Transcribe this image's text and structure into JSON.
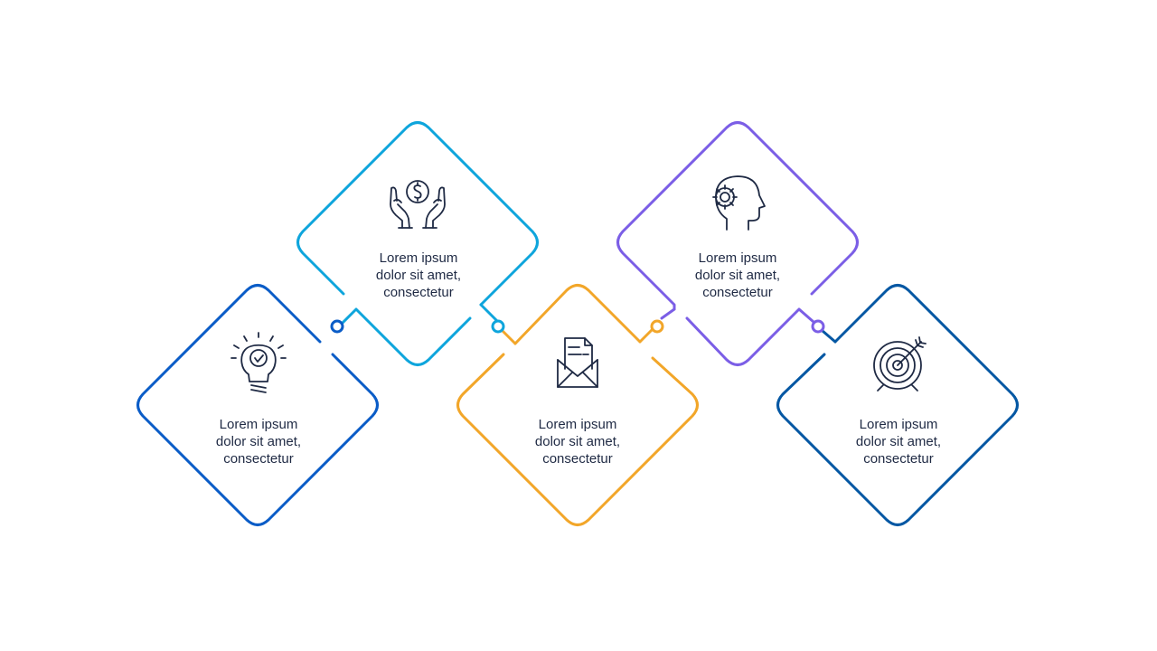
{
  "colors": {
    "d1": "#0a5cc7",
    "d2": "#0ea5dc",
    "d3": "#f2a629",
    "d4": "#7b5ee6",
    "d5": "#0457a3",
    "icon": "#1f2a44",
    "text": "#1f2a44"
  },
  "items": [
    {
      "id": "d1",
      "icon": "lightbulb-check-icon",
      "lines": [
        "Lorem ipsum",
        "dolor sit amet,",
        "consectetur"
      ]
    },
    {
      "id": "d2",
      "icon": "hands-dollar-icon",
      "lines": [
        "Lorem ipsum",
        "dolor sit amet,",
        "consectetur"
      ]
    },
    {
      "id": "d3",
      "icon": "envelope-letter-icon",
      "lines": [
        "Lorem ipsum",
        "dolor sit amet,",
        "consectetur"
      ]
    },
    {
      "id": "d4",
      "icon": "head-gear-icon",
      "lines": [
        "Lorem ipsum",
        "dolor sit amet,",
        "consectetur"
      ]
    },
    {
      "id": "d5",
      "icon": "target-arrow-icon",
      "lines": [
        "Lorem ipsum",
        "dolor sit amet,",
        "consectetur"
      ]
    }
  ]
}
